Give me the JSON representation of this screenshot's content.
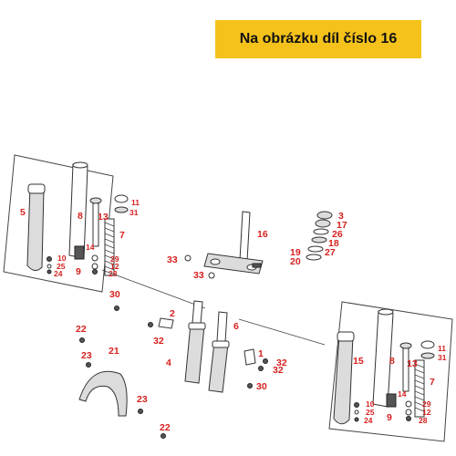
{
  "banner": {
    "text": "Na obrázku díl číslo 16",
    "background": "#f5c21b"
  },
  "label_color": "#d6211f",
  "callouts": {
    "l1": "5",
    "l2": "8",
    "l3": "13",
    "l4": "7",
    "l5": "11",
    "l6": "31",
    "l7": "10",
    "l8": "25",
    "l9": "24",
    "l10": "9",
    "l11": "14",
    "l12": "29",
    "l13": "12",
    "l14": "28",
    "m1": "16",
    "m2": "33",
    "m3": "33",
    "r1": "3",
    "r2": "17",
    "r3": "26",
    "r4": "18",
    "r5": "19",
    "r6": "27",
    "r7": "20",
    "c1": "30",
    "c2": "2",
    "c3": "32",
    "c4": "4",
    "c5": "6",
    "c6": "1",
    "c7": "32",
    "c8": "32",
    "c9": "30",
    "c10": "22",
    "c11": "23",
    "c12": "21",
    "c13": "23",
    "c14": "22",
    "b1": "15",
    "b2": "8",
    "b3": "11",
    "b4": "31",
    "b5": "13",
    "b6": "7",
    "b7": "14",
    "b8": "10",
    "b9": "25",
    "b10": "24",
    "b11": "9",
    "b12": "29",
    "b13": "12",
    "b14": "28"
  }
}
